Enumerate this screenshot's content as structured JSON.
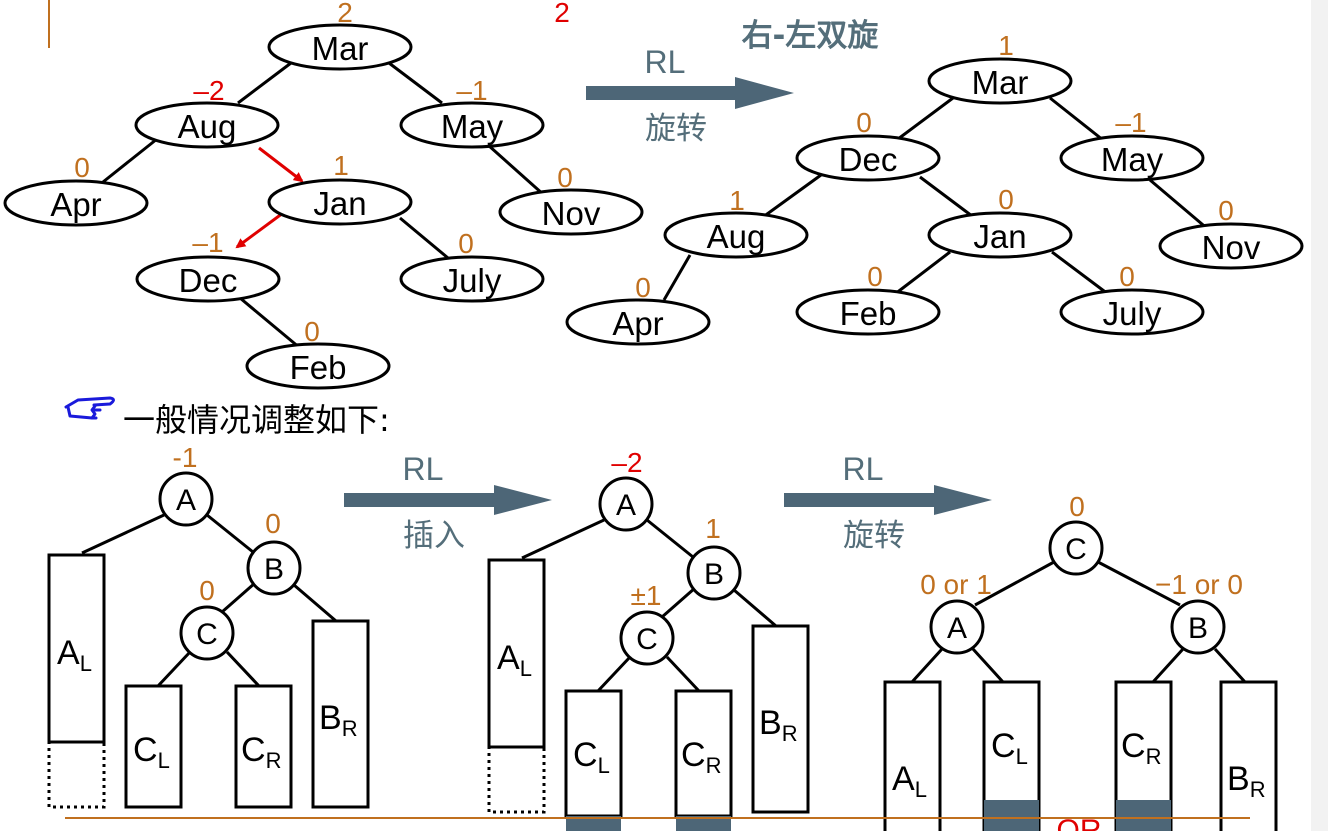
{
  "colors": {
    "balance": "#c0701f",
    "highlight": "#e00000",
    "arrow": "#4d6677",
    "caption": "#546e7a",
    "ink": "#000000"
  },
  "top_left_tree": {
    "nodes": {
      "mar": "Mar",
      "aug": "Aug",
      "may": "May",
      "apr": "Apr",
      "jan": "Jan",
      "nov": "Nov",
      "dec": "Dec",
      "july": "July",
      "feb": "Feb"
    },
    "balances": {
      "mar": "2",
      "aug": "–2",
      "may": "–1",
      "apr": "0",
      "jan": "1",
      "nov": "0",
      "dec": "–1",
      "july": "0",
      "feb": "0"
    },
    "red_marker": "2"
  },
  "rotation_arrow_top": {
    "label": "RL",
    "caption": "旋转",
    "title": "右-左双旋"
  },
  "top_right_tree": {
    "nodes": {
      "mar": "Mar",
      "dec": "Dec",
      "may": "May",
      "aug": "Aug",
      "jan": "Jan",
      "nov": "Nov",
      "apr": "Apr",
      "feb": "Feb",
      "july": "July"
    },
    "balances": {
      "mar": "1",
      "dec": "0",
      "may": "–1",
      "aug": "1",
      "jan": "0",
      "nov": "0",
      "apr": "0",
      "feb": "0",
      "july": "0"
    }
  },
  "general_heading": {
    "icon": "pointing-hand-icon",
    "text": "一般情况调整如下:"
  },
  "general_before": {
    "nodes": {
      "a": "A",
      "b": "B",
      "c": "C"
    },
    "balances": {
      "a": "-1",
      "b": "0",
      "c": "0"
    },
    "subtrees": [
      {
        "main": "A",
        "sub": "L"
      },
      {
        "main": "C",
        "sub": "L"
      },
      {
        "main": "C",
        "sub": "R"
      },
      {
        "main": "B",
        "sub": "R"
      }
    ]
  },
  "insert_arrow": {
    "label": "RL",
    "caption": "插入"
  },
  "general_inserted": {
    "nodes": {
      "a": "A",
      "b": "B",
      "c": "C"
    },
    "balances": {
      "a": "–2",
      "b": "1",
      "c": "±1"
    },
    "subtrees": [
      {
        "main": "A",
        "sub": "L"
      },
      {
        "main": "C",
        "sub": "L"
      },
      {
        "main": "C",
        "sub": "R"
      },
      {
        "main": "B",
        "sub": "R"
      }
    ]
  },
  "rotate_arrow_bottom": {
    "label": "RL",
    "caption": "旋转"
  },
  "general_after": {
    "nodes": {
      "c": "C",
      "a": "A",
      "b": "B"
    },
    "balances": {
      "c": "0",
      "a": "0 or 1",
      "b": "−1 or 0"
    },
    "subtrees": [
      {
        "main": "A",
        "sub": "L"
      },
      {
        "main": "C",
        "sub": "L"
      },
      {
        "main": "C",
        "sub": "R"
      },
      {
        "main": "B",
        "sub": "R"
      }
    ],
    "or_label": "OR"
  }
}
